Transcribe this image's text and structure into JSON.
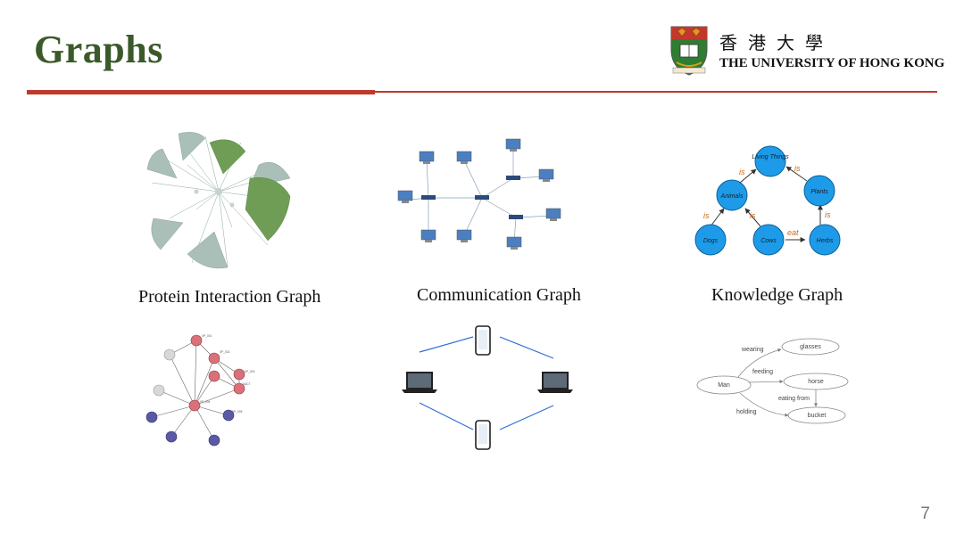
{
  "slide": {
    "title": "Graphs",
    "page_number": "7"
  },
  "logo": {
    "name_zh": "香港大學",
    "name_en": "THE UNIVERSITY OF HONG KONG",
    "colors": {
      "red": "#c0392b",
      "green": "#2e7d32",
      "gold": "#d4a017"
    }
  },
  "accent_color": "#c0392b",
  "title_color": "#3b5a2a",
  "captions": {
    "protein": "Protein Interaction Graph",
    "communication": "Communication Graph",
    "knowledge": "Knowledge Graph"
  },
  "knowledge_graph": {
    "node_color": "#1e9be8",
    "edge_label_color": "#c8691c",
    "nodes": {
      "living": "Living Things",
      "animals": "Animals",
      "plants": "Plants",
      "dogs": "Dogs",
      "cows": "Cows",
      "herbs": "Herbs"
    },
    "edges": {
      "animals_living": "is",
      "plants_living": "is",
      "dogs_animals": "is",
      "cows_animals": "is",
      "herbs_plants": "is",
      "cows_herbs": "eat"
    }
  },
  "scene_graph": {
    "nodes": {
      "man": "Man",
      "glasses": "glasses",
      "horse": "horse",
      "bucket": "bucket"
    },
    "edges": {
      "wearing": "wearing",
      "feeding": "feeding",
      "holding": "holding",
      "eating_from": "eating from"
    }
  },
  "ppi_graph": {
    "red_color": "#d9707a",
    "gray_color": "#d8d8d8",
    "blue_color": "#5a59a6"
  }
}
